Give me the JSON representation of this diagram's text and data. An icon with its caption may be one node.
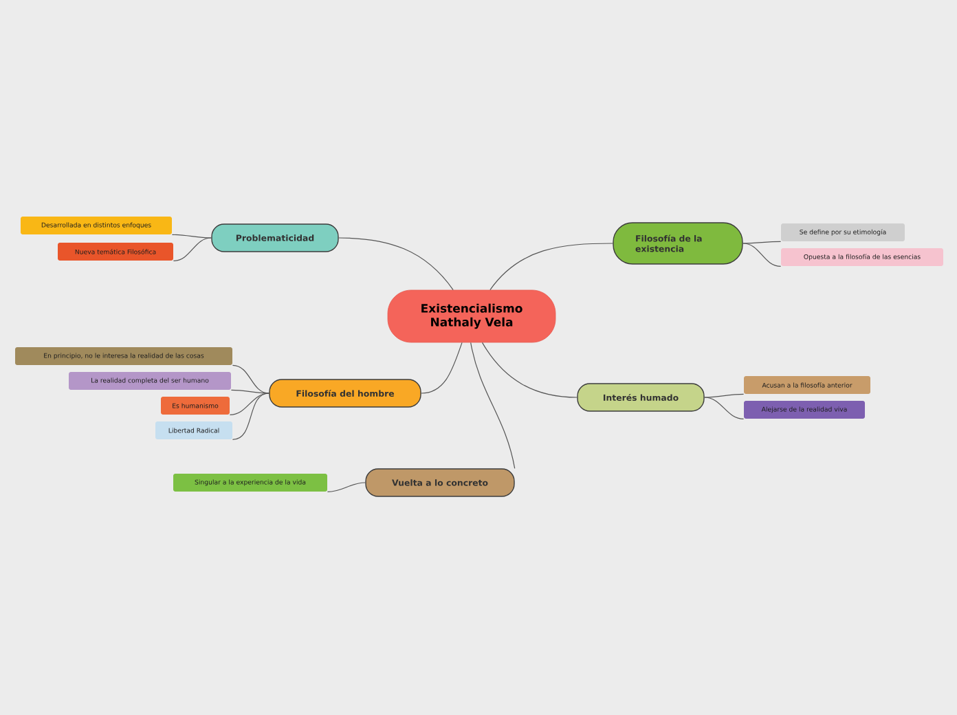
{
  "diagram": {
    "nodes": [
      {
        "text": [
          "Existencialismo Nathaly Vela"
        ]
      },
      {
        "text": [
          "Problematicidad"
        ]
      },
      {
        "text": [
          "Filosofía de la existencia"
        ]
      },
      {
        "text": [
          "Filosofía del hombre"
        ]
      },
      {
        "text": [
          "Interés humado"
        ]
      },
      {
        "text": [
          "Vuelta a lo concreto"
        ]
      },
      {
        "text": [
          "Desarrollada en distintos enfoques"
        ]
      },
      {
        "text": [
          "Nueva temática Filosófica"
        ]
      },
      {
        "text": [
          "Se define por su etimología"
        ]
      },
      {
        "text": [
          "Opuesta a la filosofía de las esencias"
        ]
      },
      {
        "text": [
          "En principio, no le interesa la realidad de las cosas"
        ]
      },
      {
        "text": [
          "La realidad completa del ser humano"
        ]
      },
      {
        "text": [
          "Es humanismo"
        ]
      },
      {
        "text": [
          "Libertad Radical"
        ]
      },
      {
        "text": [
          "Acusan a la filosofía anterior"
        ]
      },
      {
        "text": [
          "Alejarse de la realidad viva"
        ]
      },
      {
        "text": [
          "Singular a la experiencia de la vida"
        ]
      }
    ],
    "edges": [
      {
        "from": 0,
        "to": 1,
        "arrow": "none"
      },
      {
        "from": 0,
        "to": 2,
        "arrow": "none"
      },
      {
        "from": 0,
        "to": 3,
        "arrow": "none"
      },
      {
        "from": 0,
        "to": 4,
        "arrow": "none"
      },
      {
        "from": 0,
        "to": 5,
        "arrow": "none"
      },
      {
        "from": 1,
        "to": 6,
        "arrow": "none"
      },
      {
        "from": 1,
        "to": 7,
        "arrow": "none"
      },
      {
        "from": 2,
        "to": 8,
        "arrow": "none"
      },
      {
        "from": 2,
        "to": 9,
        "arrow": "none"
      },
      {
        "from": 3,
        "to": 10,
        "arrow": "none"
      },
      {
        "from": 3,
        "to": 11,
        "arrow": "none"
      },
      {
        "from": 3,
        "to": 12,
        "arrow": "none"
      },
      {
        "from": 3,
        "to": 13,
        "arrow": "none"
      },
      {
        "from": 4,
        "to": 14,
        "arrow": "none"
      },
      {
        "from": 4,
        "to": 15,
        "arrow": "none"
      },
      {
        "from": 5,
        "to": 16,
        "arrow": "none"
      }
    ]
  }
}
